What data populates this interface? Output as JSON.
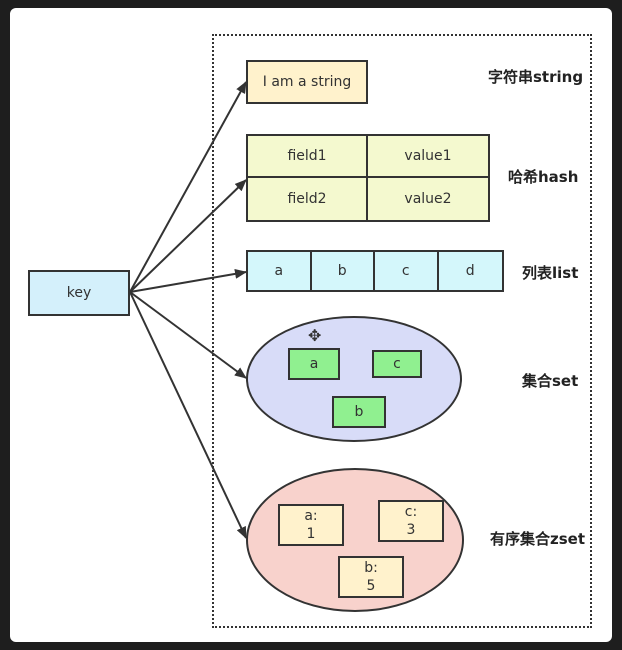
{
  "key": {
    "label": "key"
  },
  "string": {
    "value": "I am a string",
    "type_label": "字符串string"
  },
  "hash": {
    "rows": [
      {
        "field": "field1",
        "value": "value1"
      },
      {
        "field": "field2",
        "value": "value2"
      }
    ],
    "type_label": "哈希hash"
  },
  "list": {
    "items": [
      "a",
      "b",
      "c",
      "d"
    ],
    "type_label": "列表list"
  },
  "set": {
    "members": [
      "a",
      "c",
      "b"
    ],
    "type_label": "集合set"
  },
  "zset": {
    "members": [
      {
        "member": "a:",
        "score": "1"
      },
      {
        "member": "c:",
        "score": "3"
      },
      {
        "member": "b:",
        "score": "5"
      }
    ],
    "type_label": "有序集合zset"
  },
  "colors": {
    "background": "#1e1e1e",
    "key_fill": "#d4f0fb",
    "string_fill": "#fff2cc",
    "hash_fill": "#f4f9cf",
    "list_fill": "#d4f7fb",
    "set_fill": "#d8dcf8",
    "set_member_fill": "#90f090",
    "zset_fill": "#f8d2cc",
    "zset_member_fill": "#fff2cc"
  },
  "icons": {
    "cursor": "move-cursor-icon"
  }
}
